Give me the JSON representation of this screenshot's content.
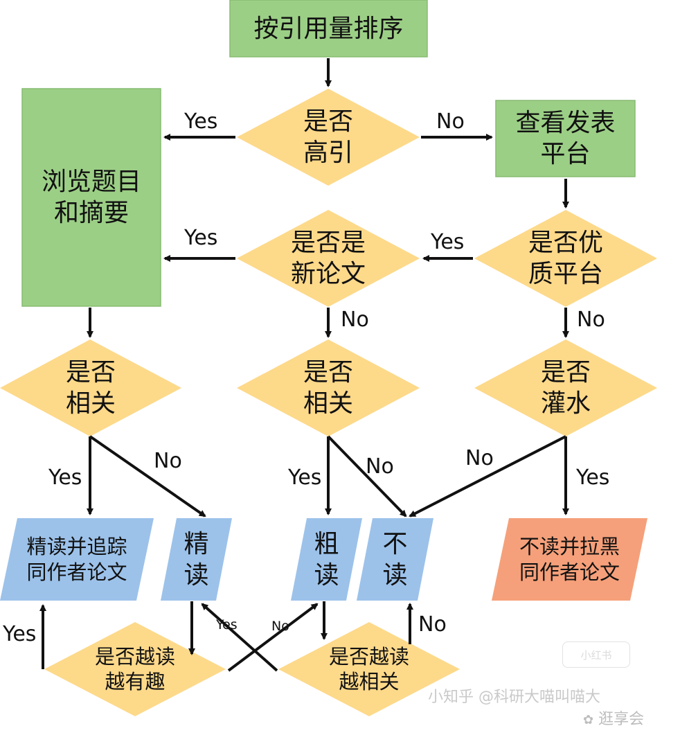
{
  "nodes": {
    "sort_by_citations": "按引用量排序",
    "is_highly_cited": "是否\n高引",
    "browse_title_abstract": "浏览题目\n和摘要",
    "check_venue": "查看发表\n平台",
    "is_new_paper": "是否是\n新论文",
    "is_quality_venue": "是否优\n质平台",
    "relevant_left": "是否\n相关",
    "relevant_mid": "是否\n相关",
    "is_filler": "是否\n灌水",
    "deep_read_track": "精读并追踪\n同作者论文",
    "deep_read": "精\n读",
    "skim_read": "粗\n读",
    "no_read": "不\n读",
    "no_read_blacklist": "不读并拉黑\n同作者论文",
    "more_interesting": "是否越读\n越有趣",
    "more_relevant": "是否越读\n越相关"
  },
  "edges": {
    "yes": "Yes",
    "no": "No"
  },
  "watermark": {
    "text": "小知乎 @科研大喵叫喵大",
    "account": "逛享会",
    "badge": "小红书"
  },
  "colors": {
    "process_fill": "#9ccf86",
    "process_border": "#7fb56a",
    "decision_fill": "#fdd98a",
    "output_blue": "#9cc2ea",
    "output_orange": "#f5a07a",
    "arrow": "#111111"
  }
}
